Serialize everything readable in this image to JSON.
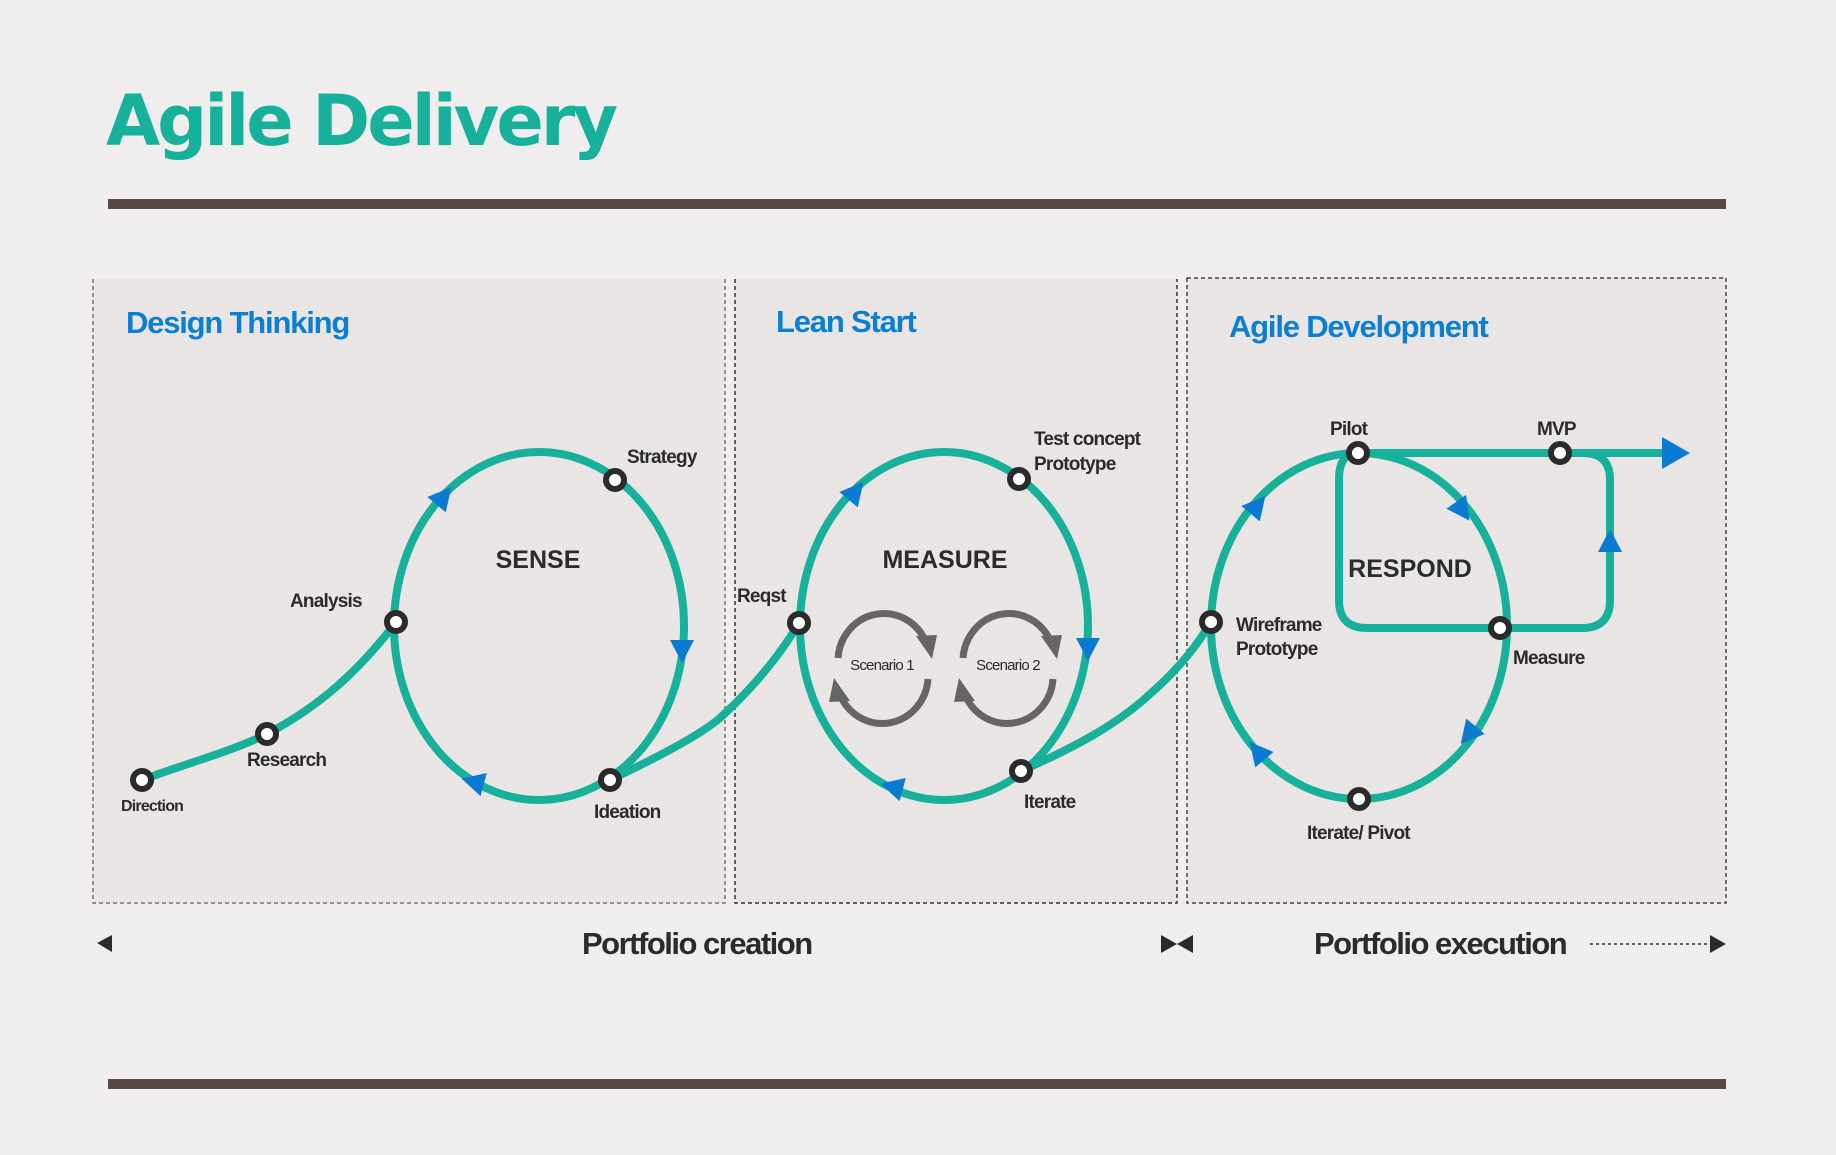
{
  "page": {
    "title": "Agile Delivery"
  },
  "colors": {
    "title": "#17b09a",
    "section_heading": "#0b7fd1",
    "path": "#17b09a",
    "arrow": "#0b7bd1",
    "node": "#2b2b2b",
    "scenario_arrow": "#676464",
    "rule": "#594845",
    "panel": "#e8e5e4",
    "background": "#efeded"
  },
  "sections": [
    {
      "heading": "Design Thinking",
      "cycle_label": "SENSE",
      "nodes": [
        "Direction",
        "Research",
        "Analysis",
        "Strategy",
        "Ideation"
      ]
    },
    {
      "heading": "Lean Start",
      "cycle_label": "MEASURE",
      "nodes": [
        "Reqst",
        "Test concept",
        "Prototype",
        "Iterate"
      ],
      "scenarios": [
        "Scenario 1",
        "Scenario 2"
      ]
    },
    {
      "heading": "Agile Development",
      "cycle_label": "RESPOND",
      "nodes": [
        "Wireframe",
        "Prototype",
        "Pilot",
        "MVP",
        "Measure",
        "Iterate/ Pivot"
      ]
    }
  ],
  "timeline": {
    "creation": "Portfolio creation",
    "execution": "Portfolio execution"
  }
}
